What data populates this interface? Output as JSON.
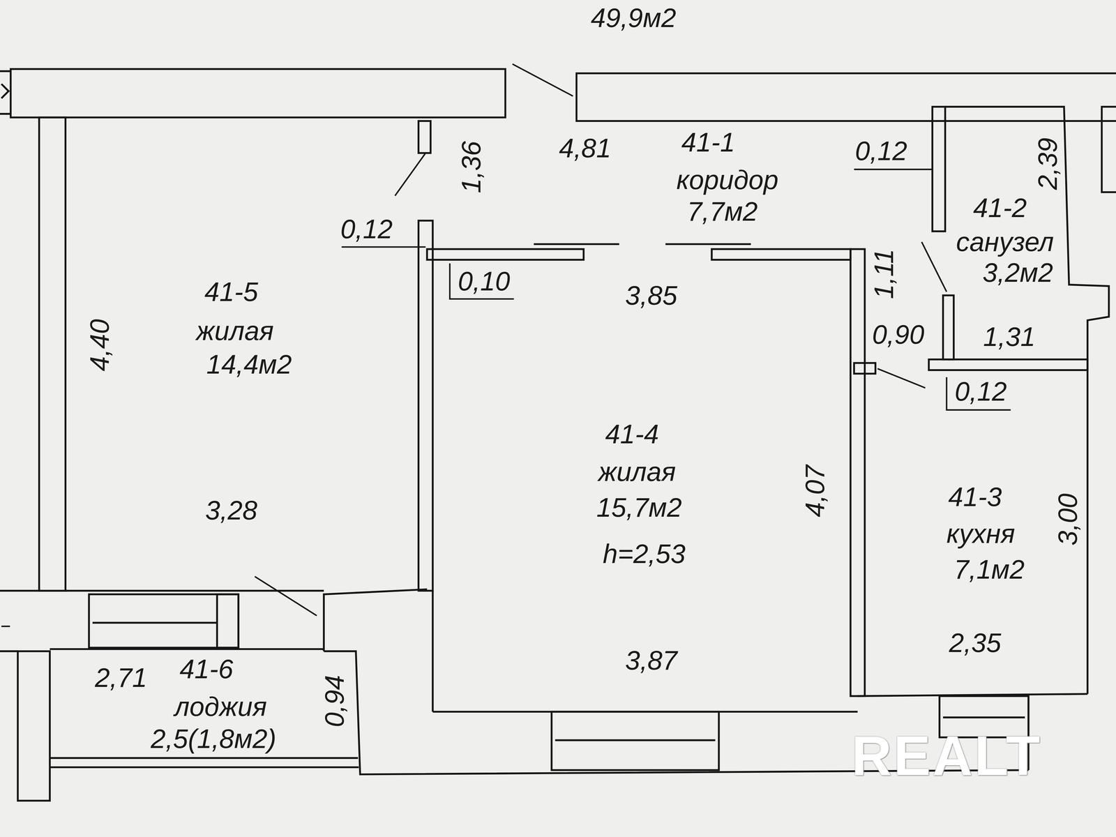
{
  "diagram": {
    "nodes": [
      {
        "text": [
          "41-1",
          "коридор",
          "7,7м2"
        ]
      },
      {
        "text": [
          "41-2",
          "санузел",
          "3,2м2"
        ]
      },
      {
        "text": [
          "41-3",
          "кухня",
          "7,1м2"
        ]
      },
      {
        "text": [
          "41-4",
          "жилая",
          "15,7м2",
          "h=2,53"
        ]
      },
      {
        "text": [
          "41-5",
          "жилая",
          "14,4м2"
        ]
      },
      {
        "text": [
          "41-6",
          "лоджия",
          "2,5(1,8м2)"
        ]
      }
    ],
    "labels": [
      "49,9м2",
      "4,81",
      "0,12",
      "2,39",
      "1,36",
      "0,12",
      "0,10",
      "3,85",
      "1,11",
      "0,90",
      "1,31",
      "0,12",
      "4,40",
      "3,28",
      "4,07",
      "3,00",
      "3,87",
      "2,35",
      "2,71",
      "0,94",
      "REALT"
    ]
  }
}
